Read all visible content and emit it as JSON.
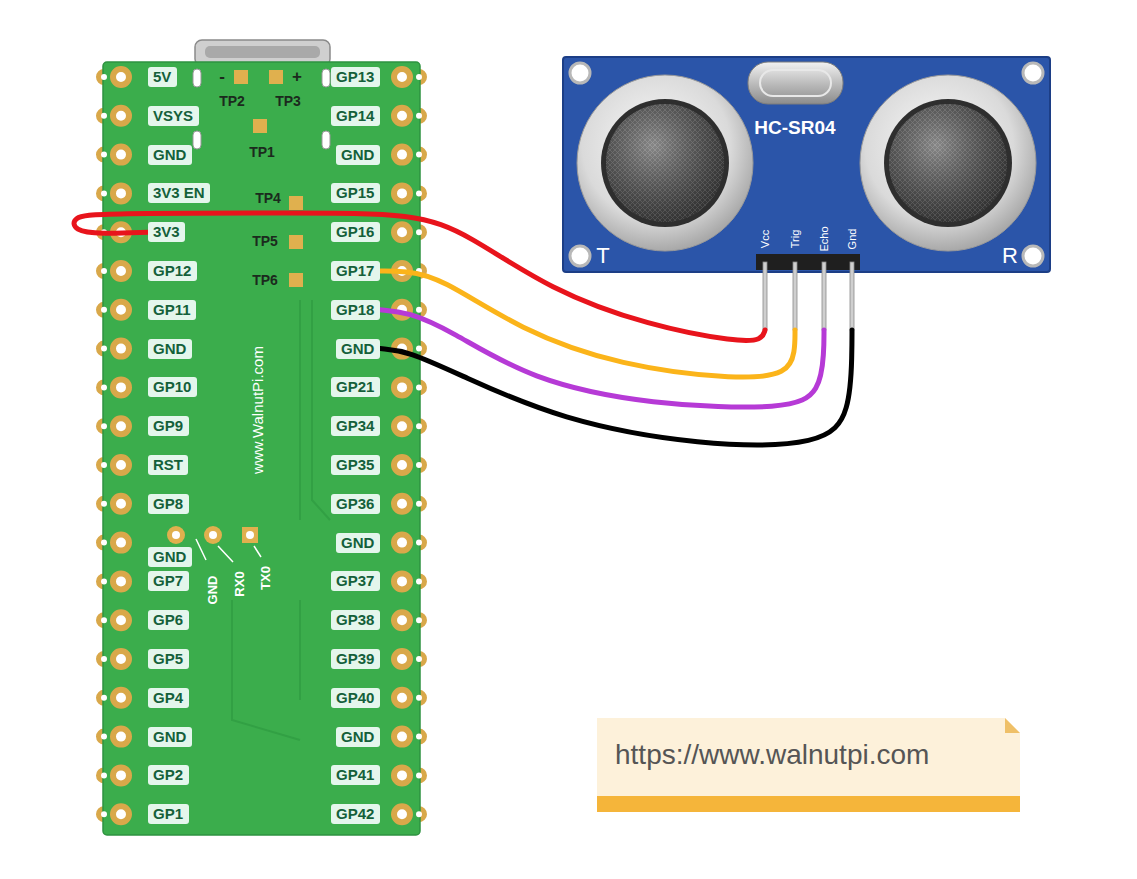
{
  "diagram": {
    "nodes": [
      {
        "text": [
          "www.WalnutPi.com"
        ]
      },
      {
        "text": [
          "5V"
        ],
        "in": 0
      },
      {
        "text": [
          "GP13"
        ],
        "in": 0
      },
      {
        "text": [
          "VSYS"
        ],
        "in": 0
      },
      {
        "text": [
          "GP14"
        ],
        "in": 0
      },
      {
        "text": [
          "GND"
        ],
        "in": 0
      },
      {
        "text": [
          "GND"
        ],
        "in": 0
      },
      {
        "text": [
          "3V3 EN"
        ],
        "in": 0
      },
      {
        "text": [
          "GP15"
        ],
        "in": 0
      },
      {
        "text": [
          "3V3"
        ],
        "in": 0
      },
      {
        "text": [
          "GP16"
        ],
        "in": 0
      },
      {
        "text": [
          "GP12"
        ],
        "in": 0
      },
      {
        "text": [
          "GP17"
        ],
        "in": 0
      },
      {
        "text": [
          "GP11"
        ],
        "in": 0
      },
      {
        "text": [
          "GP18"
        ],
        "in": 0
      },
      {
        "text": [
          "GND"
        ],
        "in": 0
      },
      {
        "text": [
          "GND"
        ],
        "in": 0
      },
      {
        "text": [
          "GP10"
        ],
        "in": 0
      },
      {
        "text": [
          "GP21"
        ],
        "in": 0
      },
      {
        "text": [
          "GP9"
        ],
        "in": 0
      },
      {
        "text": [
          "GP34"
        ],
        "in": 0
      },
      {
        "text": [
          "RST"
        ],
        "in": 0
      },
      {
        "text": [
          "GP35"
        ],
        "in": 0
      },
      {
        "text": [
          "GP8"
        ],
        "in": 0
      },
      {
        "text": [
          "GP36"
        ],
        "in": 0
      },
      {
        "text": [
          "GND"
        ],
        "in": 0
      },
      {
        "text": [
          "GND"
        ],
        "in": 0
      },
      {
        "text": [
          "GP7"
        ],
        "in": 0
      },
      {
        "text": [
          "GP37"
        ],
        "in": 0
      },
      {
        "text": [
          "GP6"
        ],
        "in": 0
      },
      {
        "text": [
          "GP38"
        ],
        "in": 0
      },
      {
        "text": [
          "GP5"
        ],
        "in": 0
      },
      {
        "text": [
          "GP39"
        ],
        "in": 0
      },
      {
        "text": [
          "GP4"
        ],
        "in": 0
      },
      {
        "text": [
          "GP40"
        ],
        "in": 0
      },
      {
        "text": [
          "GND"
        ],
        "in": 0
      },
      {
        "text": [
          "GND"
        ],
        "in": 0
      },
      {
        "text": [
          "GP2"
        ],
        "in": 0
      },
      {
        "text": [
          "GP41"
        ],
        "in": 0
      },
      {
        "text": [
          "GP1"
        ],
        "in": 0
      },
      {
        "text": [
          "GP42"
        ],
        "in": 0
      },
      {
        "text": [
          "HC-SR04",
          "T",
          "R"
        ]
      },
      {
        "text": [
          "Vcc"
        ],
        "in": 41
      },
      {
        "text": [
          "Trig"
        ],
        "in": 41
      },
      {
        "text": [
          "Echo"
        ],
        "in": 41
      },
      {
        "text": [
          "Gnd"
        ],
        "in": 41
      },
      {
        "text": [
          "https://www.walnutpi.com"
        ]
      }
    ],
    "edges": [
      {
        "from": 9,
        "to": 42,
        "arrow": "none"
      },
      {
        "from": 12,
        "to": 43,
        "arrow": "none"
      },
      {
        "from": 14,
        "to": 44,
        "arrow": "none"
      },
      {
        "from": 16,
        "to": 45,
        "arrow": "none"
      }
    ],
    "labels": [
      "-",
      "+",
      "TP2",
      "TP3",
      "TP1",
      "TP4",
      "TP5",
      "TP6",
      "GND",
      "RX0",
      "TX0"
    ]
  }
}
